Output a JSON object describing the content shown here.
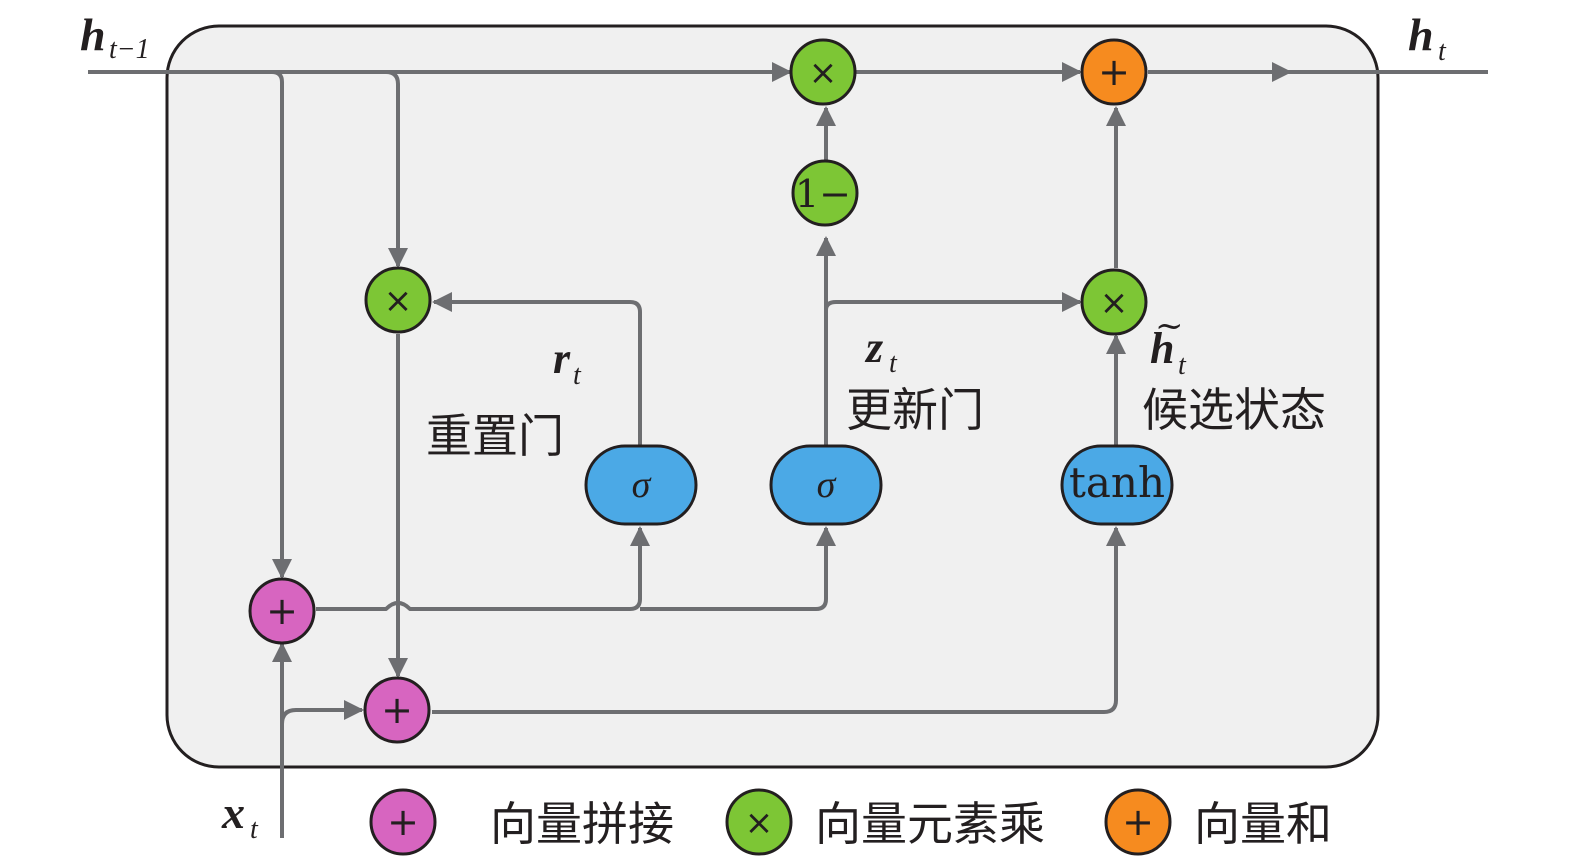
{
  "inputs": {
    "h_prev": {
      "main": "h",
      "sub": "t−1"
    },
    "x": {
      "main": "x",
      "sub": "t"
    },
    "h_out": {
      "main": "h",
      "sub": "t"
    }
  },
  "gates": {
    "reset": {
      "var": "r",
      "sub": "t",
      "label": "重置门",
      "func": "σ"
    },
    "update": {
      "var": "z",
      "sub": "t",
      "label": "更新门",
      "func": "σ"
    },
    "candidate": {
      "var": "h",
      "tilde": "~",
      "sub": "t",
      "label": "候选状态",
      "func": "tanh"
    }
  },
  "ops": {
    "mult": "×",
    "plus": "+",
    "one_minus": "1−"
  },
  "legend": [
    {
      "symbol": "+",
      "label": "向量拼接",
      "color": "#d765c0"
    },
    {
      "symbol": "×",
      "label": "向量元素乘",
      "color": "#7dc635"
    },
    {
      "symbol": "+",
      "label": "向量和",
      "color": "#f68b1f"
    }
  ],
  "colors": {
    "concat": "#d765c0",
    "mult": "#7dc635",
    "sum": "#f68b1f",
    "func": "#4ba9e6",
    "cell_bg": "#f0f0f0",
    "wire": "#6d6e71"
  }
}
